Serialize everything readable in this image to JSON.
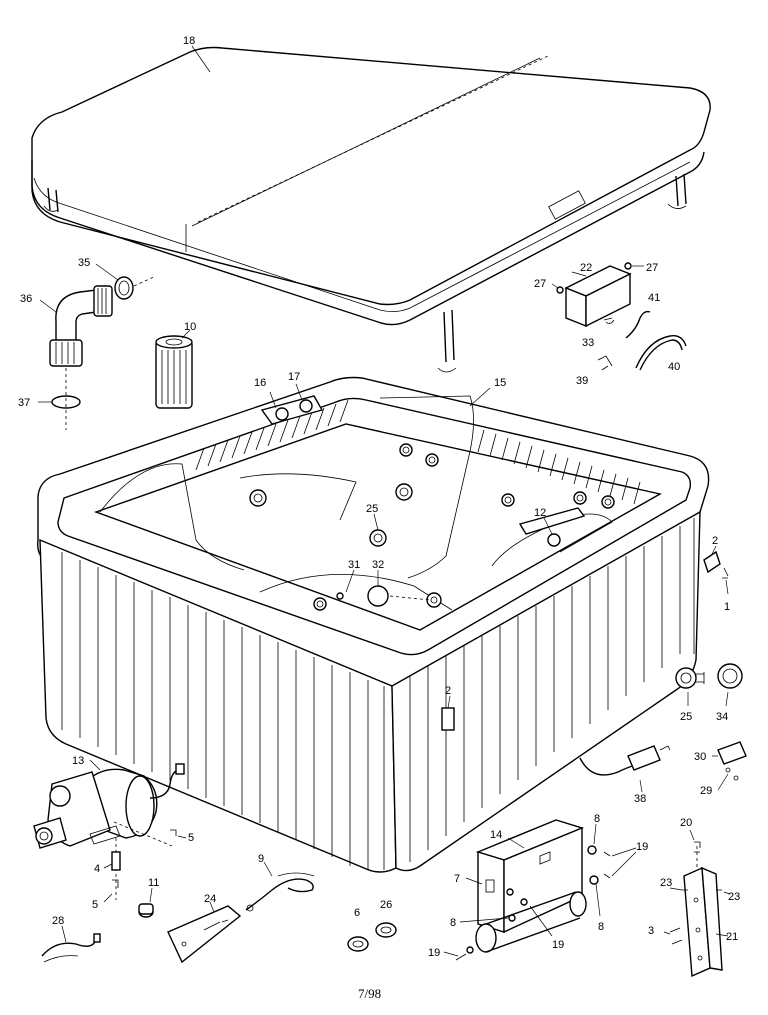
{
  "callouts": {
    "c18": "18",
    "c35": "35",
    "c36": "36",
    "c10": "10",
    "c37": "37",
    "c16": "16",
    "c17": "17",
    "c15": "15",
    "c22": "22",
    "c27a": "27",
    "c27b": "27",
    "c41": "41",
    "c33": "33",
    "c39": "39",
    "c40": "40",
    "c12": "12",
    "c25a": "25",
    "c31": "31",
    "c32": "32",
    "c2a": "2",
    "c1": "1",
    "c2b": "2",
    "c25b": "25",
    "c34": "34",
    "c13": "13",
    "c5a": "5",
    "c4": "4",
    "c5b": "5",
    "c9": "9",
    "c11": "11",
    "c24": "24",
    "c28": "28",
    "c6": "6",
    "c26": "26",
    "c38": "38",
    "c30": "30",
    "c29": "29",
    "c14": "14",
    "c8a": "8",
    "c19a": "19",
    "c7": "7",
    "c8b": "8",
    "c19b": "19",
    "c8c": "8",
    "c19c": "19",
    "c20": "20",
    "c23a": "23",
    "c23b": "23",
    "c3": "3",
    "c21": "21"
  },
  "footer": {
    "code": "7/98"
  },
  "icons": [
    "hot-tub-shell",
    "spa-cover",
    "pump-motor",
    "heater",
    "control-box",
    "skirt-panels"
  ]
}
